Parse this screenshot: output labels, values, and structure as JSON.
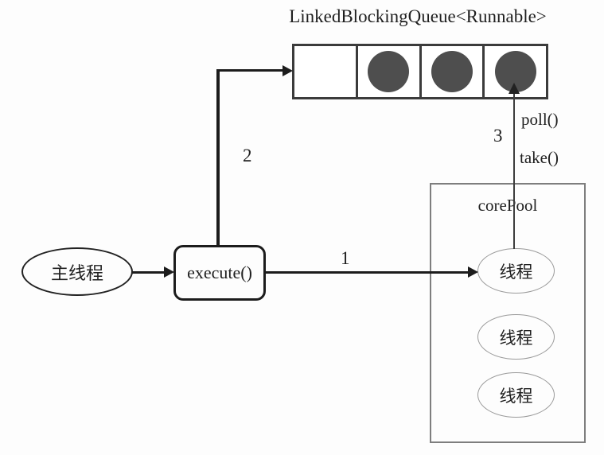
{
  "title": "LinkedBlockingQueue<Runnable>",
  "queue": {
    "cells": [
      {
        "filled": false
      },
      {
        "filled": true
      },
      {
        "filled": true
      },
      {
        "filled": true
      }
    ]
  },
  "nodes": {
    "main_thread": "主线程",
    "execute": "execute()",
    "core_pool": "corePool",
    "threads": [
      "线程",
      "线程",
      "线程"
    ]
  },
  "labels": {
    "step1": "1",
    "step2": "2",
    "step3": "3",
    "poll": "poll()",
    "take": "take()"
  },
  "colors": {
    "task_fill": "#4e4e4e",
    "queue_border": "#3b3b3b",
    "pool_border": "#7e7e7e",
    "flow_line": "#1c1c1c",
    "thread_ellipse_border": "#9a9a9a",
    "background": "#fdfdfd"
  }
}
